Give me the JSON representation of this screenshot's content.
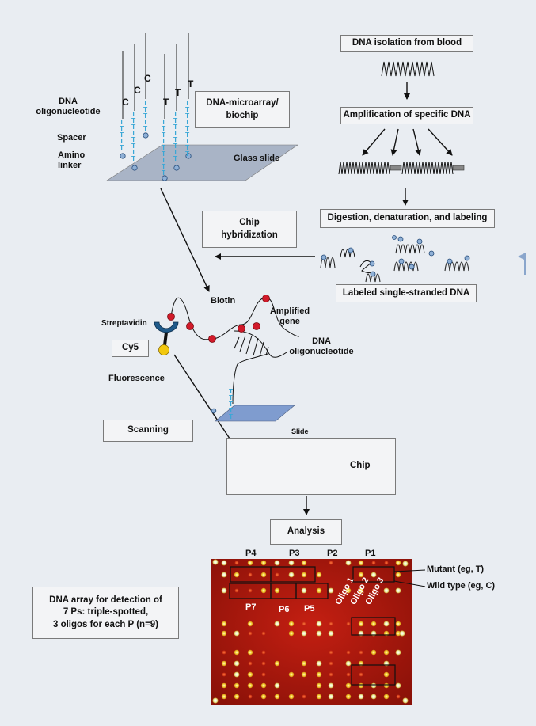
{
  "left_panel": {
    "strand_letters": [
      "C",
      "C",
      "C",
      "T",
      "T",
      "T"
    ],
    "dna_oligo_label": "DNA\noligonucleotide",
    "spacer_label": "Spacer",
    "amino_linker_label": "Amino\nlinker",
    "microarray_box": "DNA-microarray/\nbiochip",
    "glass_slide_label": "Glass slide",
    "t_letter": "T"
  },
  "right_panel": {
    "isolation_box": "DNA isolation from blood",
    "amplification_box": "Amplification of specific DNA",
    "digestion_box": "Digestion, denaturation, and labeling",
    "labeled_box": "Labeled single-stranded DNA"
  },
  "middle": {
    "chip_hybridization_box": "Chip\nhybridization",
    "biotin_label": "Biotin",
    "amplified_gene_label": "Amplified\ngene",
    "streptavidin_label": "Streptavidin",
    "cy5_box": "Cy5",
    "dna_oligo_label": "DNA\noligonucleotide",
    "fluorescence_label": "Fluorescence",
    "slide_label": "Slide",
    "scanning_box": "Scanning",
    "chip_label": "Chip",
    "analysis_box": "Analysis"
  },
  "array_image": {
    "col_labels": [
      "P4",
      "P3",
      "P2",
      "P1"
    ],
    "row_labels": [
      "P7",
      "P6",
      "P5"
    ],
    "oligo_labels": [
      "Oligo 1",
      "Oligo 2",
      "Oligo 3"
    ],
    "mutant_label": "Mutant (eg, T)",
    "wildtype_label": "Wild type (eg, C)",
    "description_box": "DNA array for detection of\n7 Ps: triple-spotted,\n3 oligos for each P (n=9)"
  },
  "colors": {
    "background": "#e9edf2",
    "strand_t": "#3aa7d6",
    "slide": "#a9b4c6",
    "biotin_dot": "#d11a2a",
    "streptavidin": "#1f5a8a",
    "cy5_dot": "#f2c80f",
    "chip_slide": "#7f9ccf",
    "arrow_light": "#8aa6cc",
    "array_bg": "#b51a10"
  }
}
